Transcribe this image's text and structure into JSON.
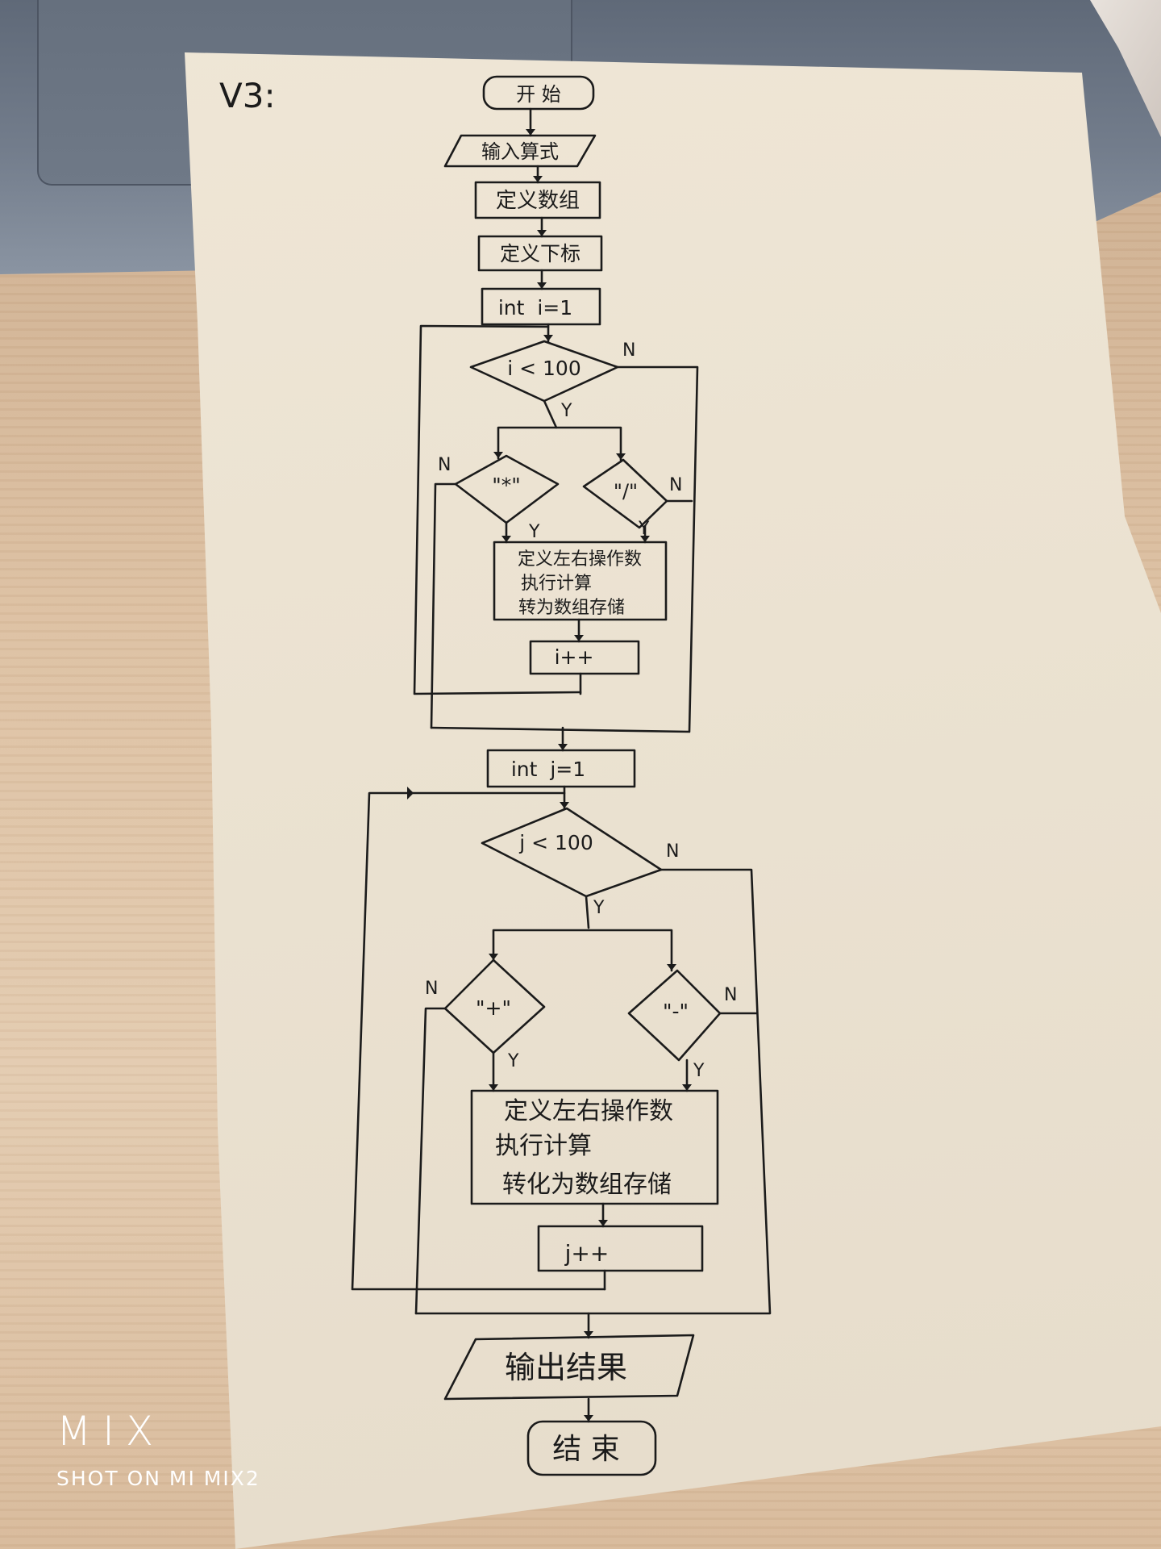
{
  "version_label": "V3:",
  "nodes": {
    "start": "开 始",
    "input": "输入算式",
    "define_array": "定义数组",
    "define_index": "定义下标",
    "init_i": "int  i=1",
    "cond_i": "i < 100",
    "cond_mul": "\"*\"",
    "cond_div": "\"/\"",
    "process1_line1": "定义左右操作数",
    "process1_line2": "执行计算",
    "process1_line3": "转为数组存储",
    "inc_i": "i++",
    "init_j": "int  j=1",
    "cond_j": "j < 100",
    "cond_add": "\"+\"",
    "cond_sub": "\"-\"",
    "process2_line1": "定义左右操作数",
    "process2_line2": "执行计算",
    "process2_line3": "转化为数组存储",
    "inc_j": "j++",
    "output": "输出结果",
    "end": "结 束"
  },
  "branch_labels": {
    "yes": "Y",
    "no": "N"
  },
  "watermark": {
    "logo": "MIX",
    "caption": "SHOT ON MI MIX2"
  },
  "colors": {
    "ink": "#1b1b1b",
    "paper": "#ece3d2",
    "table": "#d8bc9d",
    "laptop": "#6f7987"
  }
}
